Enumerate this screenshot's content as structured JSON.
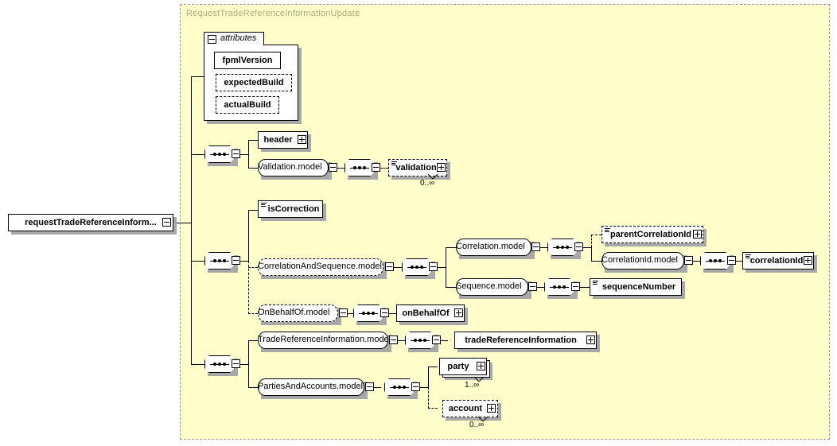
{
  "diagram": {
    "type": "xml-schema-diagram",
    "panel_title": "RequestTradeReferenceInformationUpdate",
    "background_color": "#ffffcc",
    "panel_border_color": "#999999",
    "title_color": "#b0a87a"
  },
  "root": {
    "label": "requestTradeReferenceInform...",
    "toggle": "collapse"
  },
  "attributes": {
    "group_label": "attributes",
    "toggle": "collapse",
    "items": [
      {
        "label": "fpmlVersion",
        "required": true
      },
      {
        "label": "expectedBuild",
        "required": false
      },
      {
        "label": "actualBuild",
        "required": false
      }
    ]
  },
  "nodes": {
    "header": {
      "label": "header",
      "expand": "plus"
    },
    "validation_model": {
      "label": "Validation.model",
      "toggle": "collapse"
    },
    "validation": {
      "label": "validation",
      "expand": "plus",
      "occurs": "0..∞",
      "optional": true
    },
    "is_correction": {
      "label": "isCorrection"
    },
    "correlation_and_sequence": {
      "label": "CorrelationAndSequence.model",
      "toggle": "collapse",
      "optional": true
    },
    "correlation_model": {
      "label": "Correlation.model",
      "toggle": "collapse"
    },
    "parent_correlation_id": {
      "label": "parentCorrelationId",
      "expand": "plus",
      "optional": true
    },
    "correlation_id_model": {
      "label": "CorrelationId.model",
      "toggle": "collapse"
    },
    "correlation_id": {
      "label": "correlationId",
      "expand": "plus"
    },
    "sequence_model": {
      "label": "Sequence.model",
      "toggle": "collapse"
    },
    "sequence_number": {
      "label": "sequenceNumber"
    },
    "on_behalf_of_model": {
      "label": "OnBehalfOf.model",
      "toggle": "collapse",
      "optional": true
    },
    "on_behalf_of": {
      "label": "onBehalfOf",
      "expand": "plus"
    },
    "trade_ref_info_model": {
      "label": "TradeReferenceInformation.model",
      "toggle": "collapse"
    },
    "trade_ref_info": {
      "label": "tradeReferenceInformation",
      "expand": "plus"
    },
    "parties_and_accounts_model": {
      "label": "PartiesAndAccounts.model",
      "toggle": "collapse"
    },
    "party": {
      "label": "party",
      "expand": "plus",
      "occurs": "1..∞"
    },
    "account": {
      "label": "account",
      "expand": "plus",
      "occurs": "0..∞",
      "optional": true
    }
  }
}
